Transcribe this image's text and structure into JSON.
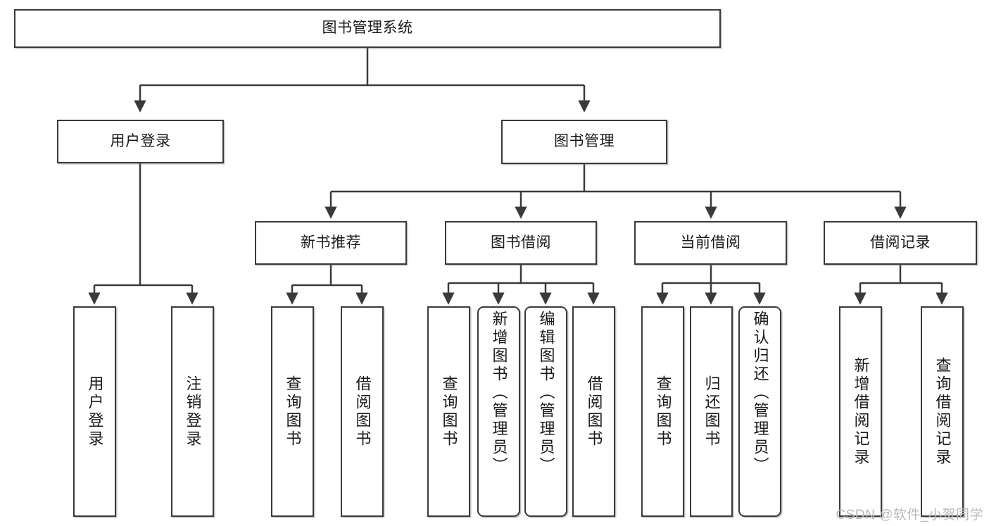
{
  "diagram": {
    "title": "图书管理系统",
    "type": "tree-hierarchy-diagram",
    "root": {
      "label": "图书管理系统"
    },
    "level2": [
      {
        "label": "用户登录"
      },
      {
        "label": "图书管理"
      }
    ],
    "level3": [
      {
        "label": "新书推荐"
      },
      {
        "label": "图书借阅"
      },
      {
        "label": "当前借阅"
      },
      {
        "label": "借阅记录"
      }
    ],
    "leaves": {
      "user_login": [
        {
          "label": "用户登录",
          "rounded": false
        },
        {
          "label": "注销登录",
          "rounded": false
        }
      ],
      "new_book_recommend": [
        {
          "label": "查询图书",
          "rounded": false
        },
        {
          "label": "借阅图书",
          "rounded": false
        }
      ],
      "book_borrow": [
        {
          "label": "查询图书",
          "rounded": false
        },
        {
          "label": "新增图书（管理员）",
          "rounded": true
        },
        {
          "label": "编辑图书（管理员）",
          "rounded": true
        },
        {
          "label": "借阅图书",
          "rounded": false
        }
      ],
      "current_borrow": [
        {
          "label": "查询图书",
          "rounded": false
        },
        {
          "label": "归还图书",
          "rounded": false
        },
        {
          "label": "确认归还（管理员）",
          "rounded": true
        }
      ],
      "borrow_record": [
        {
          "label": "新增借阅记录",
          "rounded": false
        },
        {
          "label": "查询借阅记录",
          "rounded": false
        }
      ]
    },
    "colors": {
      "stroke": "#3a3a3a",
      "background": "#ffffff",
      "text": "#1a1a1a",
      "watermark": "#b9b9b9"
    }
  },
  "watermark": {
    "text": "CSDN @软件_小贺同学"
  }
}
